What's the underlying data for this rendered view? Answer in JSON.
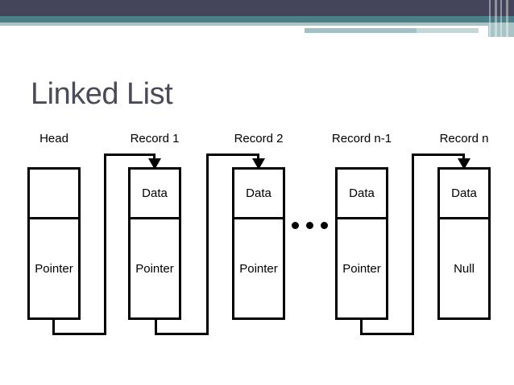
{
  "title": "Linked List",
  "theme": {
    "background": "#FFFFFF",
    "bar_dark": "#44445A",
    "bar_teal": "#4A7F87",
    "bar_light_teal": "#A8C4C7",
    "band_right": "#A3C0C4",
    "band_right_light": "#C4D6D8",
    "title_color": "#4B4B58",
    "diagram_line_color": "#000000"
  },
  "diagram": {
    "nodes": [
      {
        "label": "Head",
        "top_cell": "",
        "bottom_cell": "Pointer"
      },
      {
        "label": "Record 1",
        "top_cell": "Data",
        "bottom_cell": "Pointer"
      },
      {
        "label": "Record 2",
        "top_cell": "Data",
        "bottom_cell": "Pointer"
      },
      {
        "label": "Record n-1",
        "top_cell": "Data",
        "bottom_cell": "Pointer"
      },
      {
        "label": "Record n",
        "top_cell": "Data",
        "bottom_cell": "Null"
      }
    ],
    "ellipsis": "..."
  }
}
